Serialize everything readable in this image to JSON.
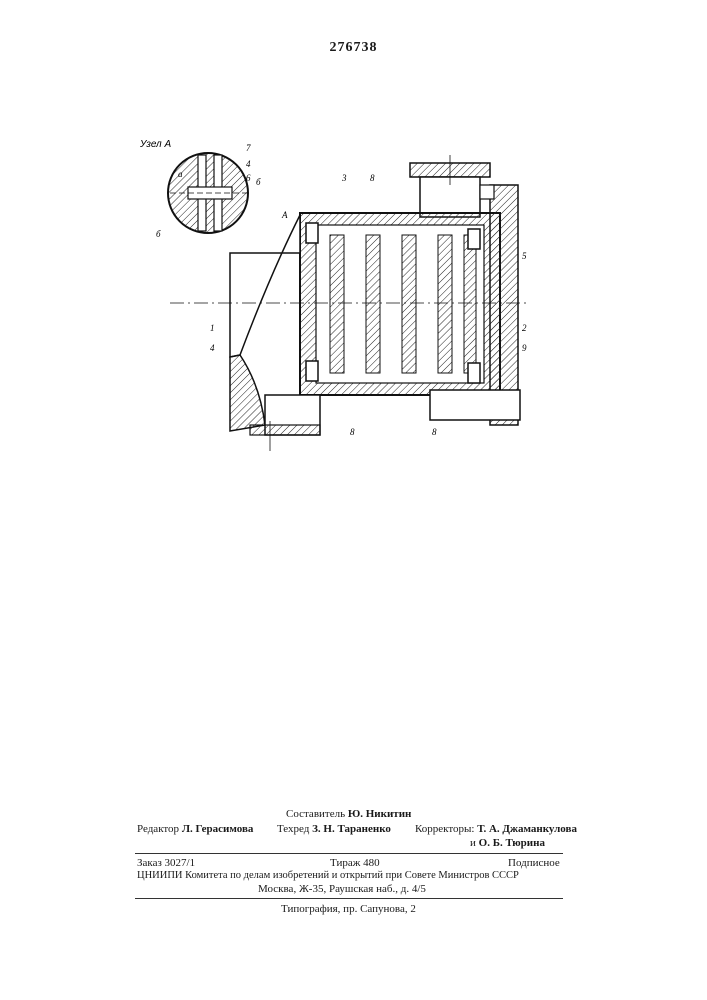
{
  "header": {
    "patent_number": "276738"
  },
  "figure": {
    "detail_label": "Узел A",
    "detail_letter_a": "a",
    "detail_letter_b": "б",
    "detail_letter_b2": "б",
    "labels": {
      "n7": "7",
      "n4a": "4",
      "n6": "6",
      "A": "A",
      "n3": "3",
      "n8top": "8",
      "n5": "5",
      "n1": "1",
      "n4b": "4",
      "n2": "2",
      "n9": "9",
      "n8bot1": "8",
      "n8bot2": "8"
    }
  },
  "imprint": {
    "compiler_label": "Составитель",
    "compiler_name": "Ю. Никитин",
    "editor_label": "Редактор",
    "editor_name": "Л. Герасимова",
    "techred_label": "Техред",
    "techred_name": "З. Н. Тараненко",
    "correctors_label": "Корректоры:",
    "corrector1": "Т. А. Джаманкулова",
    "corrector2_prefix": "и",
    "corrector2": "О. Б. Тюрина",
    "order": "Заказ 3027/1",
    "circulation": "Тираж 480",
    "subscription": "Подписное",
    "org_line": "ЦНИИПИ Комитета по делам изобретений и открытий при Совете Министров СССР",
    "address": "Москва, Ж-35, Раушская наб., д. 4/5",
    "printing": "Типография, пр. Сапунова, 2"
  }
}
